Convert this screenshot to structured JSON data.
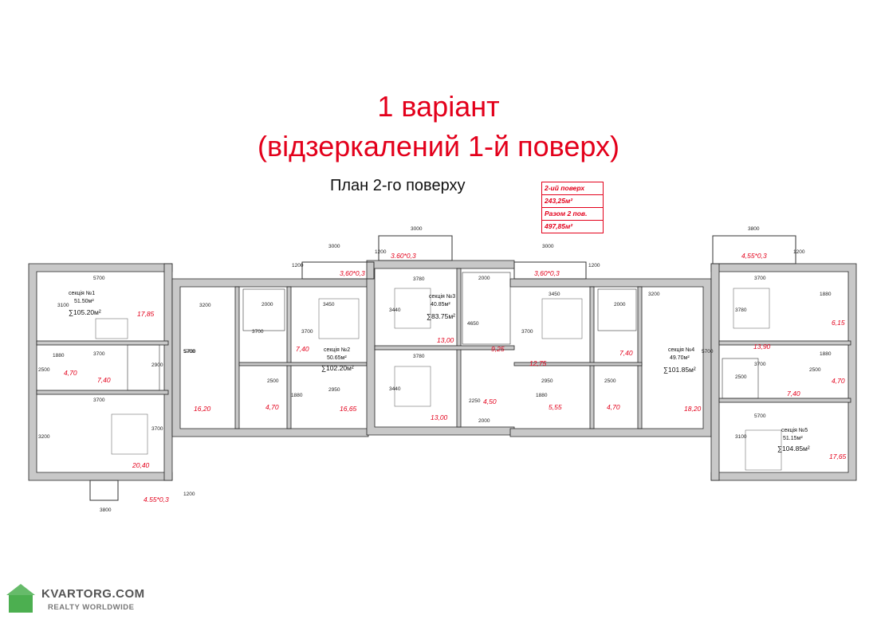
{
  "title_line1": "1 варіант",
  "title_line2": "(відзеркалений 1-й поверх)",
  "plan_title": "План 2-го поверху",
  "stats": [
    "2-ий поверх",
    "243,25м²",
    "Разом 2 пов.",
    "497,85м²"
  ],
  "sections": [
    {
      "name": "секція №1",
      "area": "51.50м²",
      "total": "∑105.20м²"
    },
    {
      "name": "секція №2",
      "area": "50.65м²",
      "total": "∑102.20м²"
    },
    {
      "name": "секція №3",
      "area": "40.85м²",
      "total": "∑83.75м²"
    },
    {
      "name": "секція №4",
      "area": "49.70м²",
      "total": "∑101.85м²"
    },
    {
      "name": "секція №5",
      "area": "51.15м²",
      "total": "∑104.85м²"
    }
  ],
  "room_areas": [
    "17,85",
    "4,70",
    "7,40",
    "20,40",
    "4.55*0,3",
    "16,20",
    "7,40",
    "4,70",
    "16,65",
    "3,60*0,3",
    "3.60*0,3",
    "13,00",
    "9,25",
    "4,50",
    "13,00",
    "12,75",
    "5,55",
    "4,70",
    "7,40",
    "18,20",
    "3,60*0,3",
    "4,55*0,3",
    "6,15",
    "13,90",
    "4,70",
    "7,40",
    "17,65"
  ],
  "dimensions": [
    "5700",
    "3100",
    "1880",
    "2500",
    "3700",
    "3700",
    "3200",
    "5700",
    "3800",
    "1200",
    "3200",
    "2000",
    "3700",
    "3450",
    "3700",
    "5700",
    "2500",
    "1880",
    "2950",
    "3000",
    "1200",
    "3000",
    "1200",
    "3780",
    "3440",
    "3780",
    "3440",
    "2000",
    "4650",
    "2250",
    "2000",
    "3000",
    "1200",
    "3450",
    "3700",
    "2000",
    "3200",
    "5700",
    "2950",
    "1880",
    "2500",
    "3800",
    "1200",
    "3700",
    "3780",
    "1880",
    "1880",
    "3700",
    "2500",
    "2500",
    "5700",
    "3100",
    "2900",
    "3700"
  ],
  "watermark": {
    "name": "KVARTORG.COM",
    "tagline": "REALTY WORLDWIDE"
  }
}
